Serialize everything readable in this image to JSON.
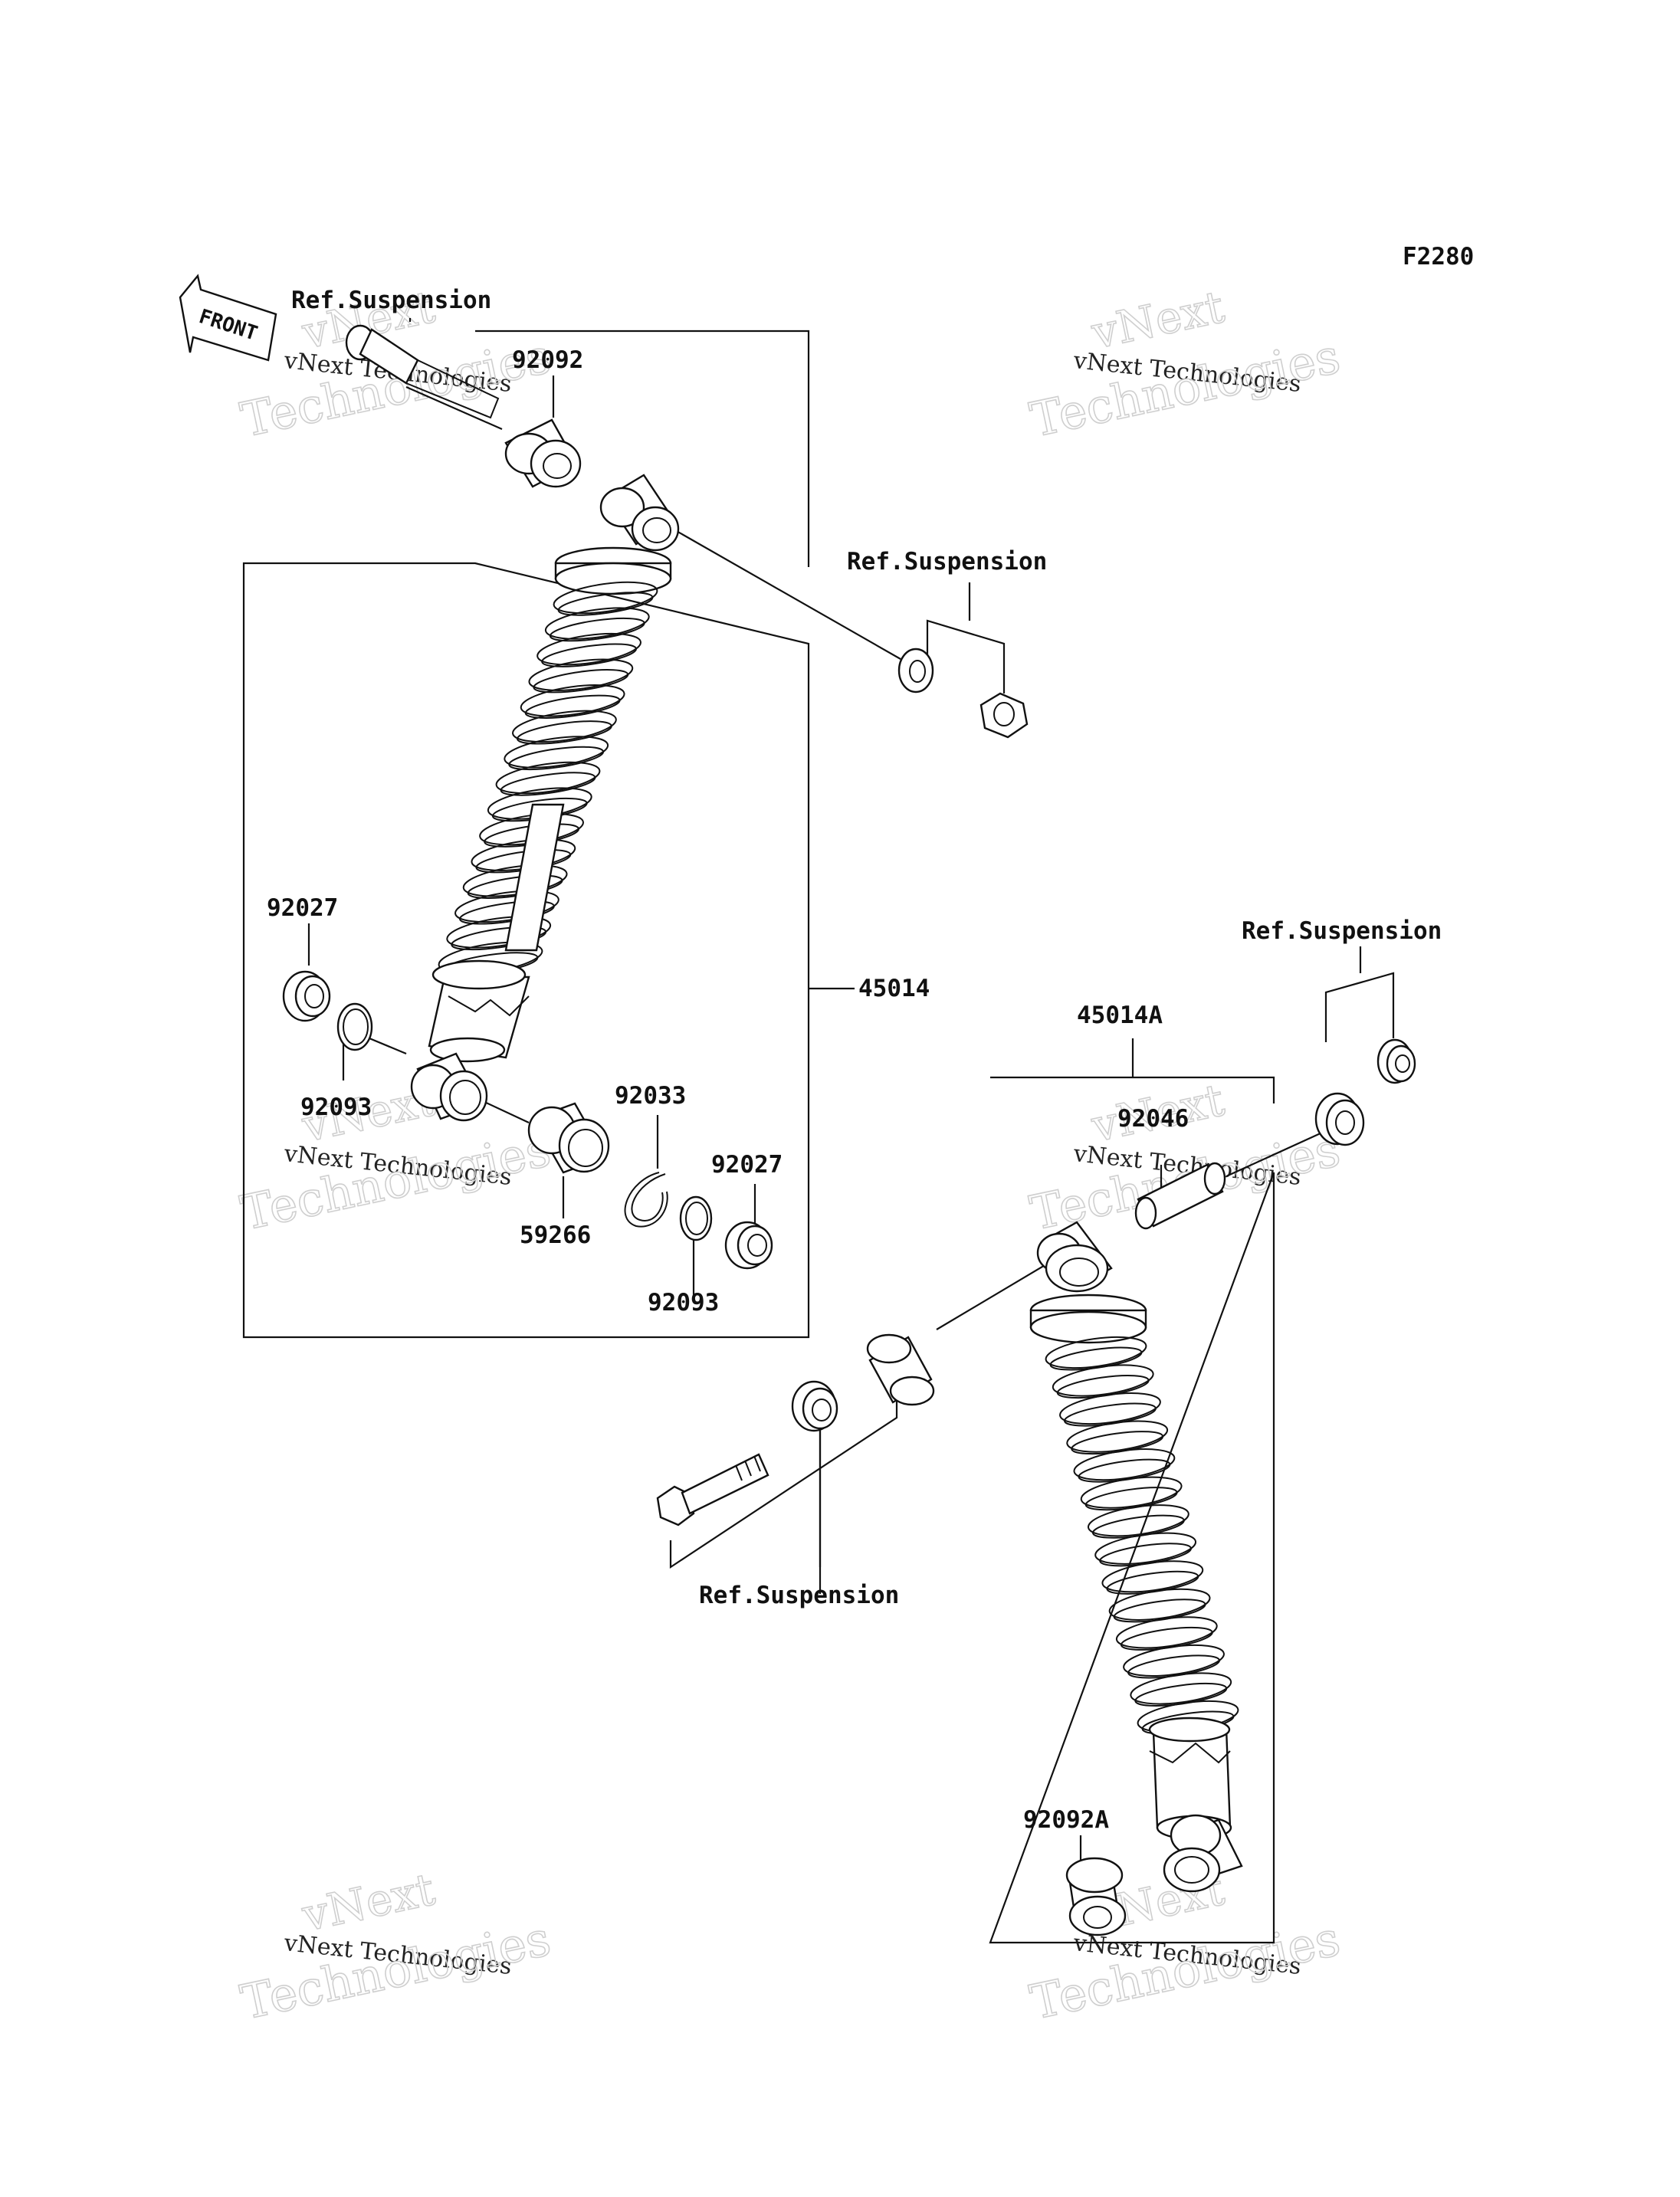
{
  "figure_code": "F2280",
  "front_label": "FRONT",
  "watermark": {
    "line1": "vNext",
    "line2": "vNext Technologies",
    "line3": "Technologies"
  },
  "labels": {
    "ref_top_left": "Ref.Suspension",
    "ref_top_mid": "Ref.Suspension",
    "ref_right": "Ref.Suspension",
    "ref_bottom": "Ref.Suspension",
    "p92092": "92092",
    "p92027_left": "92027",
    "p92093_left": "92093",
    "p59266": "59266",
    "p92033": "92033",
    "p92027_right": "92027",
    "p92093_right": "92093",
    "p45014": "45014",
    "p45014A": "45014A",
    "p92046": "92046",
    "p92092A": "92092A"
  }
}
